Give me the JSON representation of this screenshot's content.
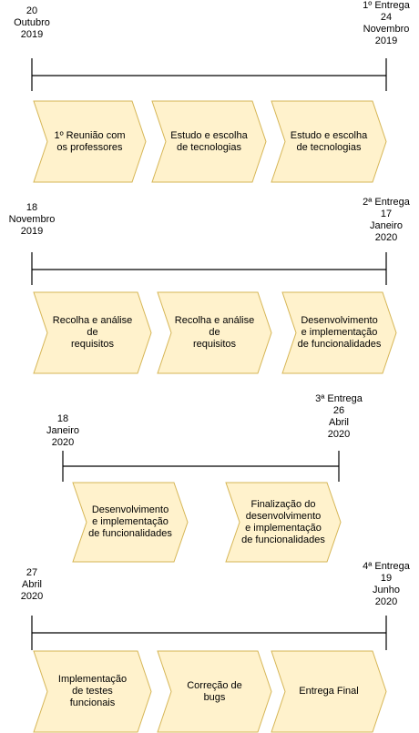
{
  "colors": {
    "chevron_fill": "#fff2cc",
    "chevron_stroke": "#d6b656",
    "line": "#000000"
  },
  "timelines": [
    {
      "start_date": "20\nOutubro\n2019",
      "end_date": "1º Entrega\n24\nNovembro\n2019",
      "stages": [
        "1º Reunião com\nos professores",
        "Estudo e escolha\nde tecnologias",
        "Estudo e escolha\nde tecnologias"
      ]
    },
    {
      "start_date": "18\nNovembro\n2019",
      "end_date": "2ª Entrega\n17\nJaneiro\n2020",
      "stages": [
        "Recolha e análise\nde\nrequisitos",
        "Recolha e análise\nde\nrequisitos",
        "Desenvolvimento\ne implementação\nde funcionalidades"
      ]
    },
    {
      "start_date": "18\nJaneiro\n2020",
      "end_date": "3ª Entrega\n26\nAbril\n2020",
      "stages": [
        "Desenvolvimento\ne implementação\nde funcionalidades",
        "Finalização do\ndesenvolvimento\ne implementação\nde funcionalidades"
      ]
    },
    {
      "start_date": "27\nAbril\n2020",
      "end_date": "4ª Entrega\n19\nJunho\n2020",
      "stages": [
        "Implementação\nde testes\nfuncionais",
        "Correção de\nbugs",
        "Entrega Final"
      ]
    }
  ]
}
